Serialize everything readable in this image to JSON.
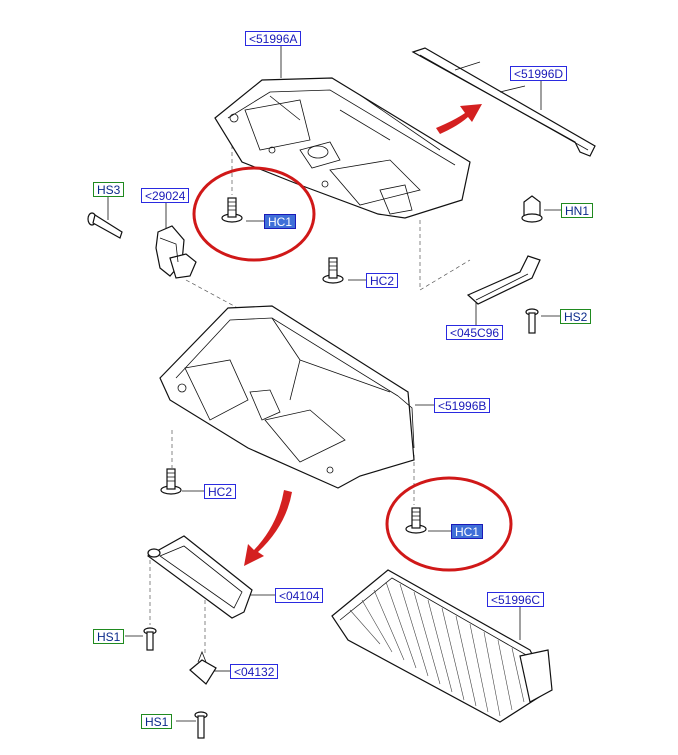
{
  "labels": {
    "l51996A": "<51996A",
    "l51996D": "<51996D",
    "lHS3": "HS3",
    "l29024": "<29024",
    "lHC1a": "HC1",
    "lHN1": "HN1",
    "lHC2a": "HC2",
    "lHS2": "HS2",
    "l045C96": "<045C96",
    "l51996B": "<51996B",
    "lHC2b": "HC2",
    "lHC1b": "HC1",
    "l04104": "<04104",
    "l51996C": "<51996C",
    "lHS1a": "HS1",
    "l04132": "<04132",
    "lHS1b": "HS1"
  },
  "colors": {
    "part_label_border": "#2a2ae0",
    "fastener_label_border": "#1f8a1f",
    "highlight_fill": "#3f6fd8",
    "callout_ring": "#d01818",
    "arrow": "#d42020"
  }
}
